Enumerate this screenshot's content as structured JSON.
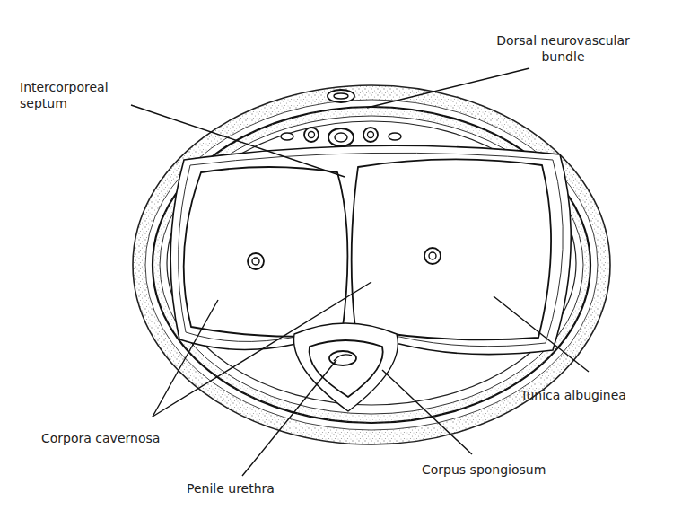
{
  "diagram": {
    "labels": [
      "Dorsal neurovascular bundle",
      "Intercorporeal septum",
      "Tunica albuginea",
      "Corpora cavernosa",
      "Penile urethra",
      "Corpus spongiosum"
    ]
  }
}
